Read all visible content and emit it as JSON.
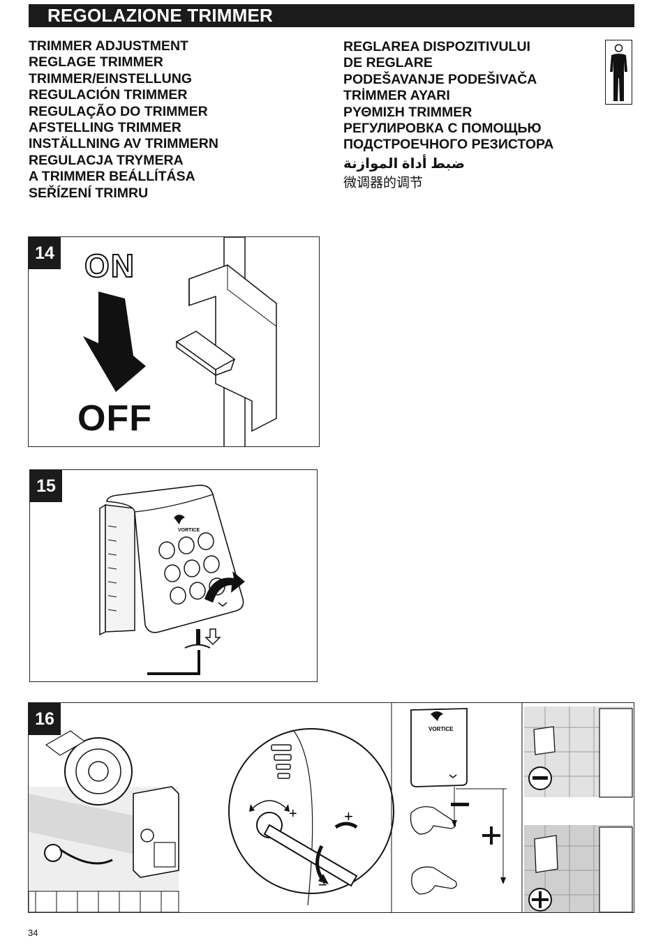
{
  "header": {
    "title": "REGOLAZIONE TRIMMER"
  },
  "languages_left": [
    "TRIMMER ADJUSTMENT",
    "REGLAGE TRIMMER",
    "TRIMMER/EINSTELLUNG",
    "REGULACIÓN TRIMMER",
    "REGULAÇÃO DO TRIMMER",
    "AFSTELLING TRIMMER",
    "INSTÄLLNING AV TRIMMERN",
    "REGULACJA TRYMERA",
    "A TRIMMER BEÁLLÍTÁSA",
    "SEŘÍZENÍ TRIMRU"
  ],
  "languages_right": [
    "REGLAREA DISPOZITIVULUI",
    "DE REGLARE",
    "PODEŠAVANJE PODEŠIVAČA",
    "TRİMMER AYARI",
    "ΡΥΘΜΙΣΗ TRIMMER",
    "РЕГУЛИРОВКА С ПОМОЩЬЮ",
    "ПОДСТРОЕЧНОГО РЕЗИСТОРА"
  ],
  "language_arabic": "ضبط أداة الموازنة",
  "language_chinese": "微调器的调节",
  "figures": {
    "fig14": {
      "number": "14",
      "on_label": "ON",
      "off_label": "OFF"
    },
    "fig15": {
      "number": "15",
      "brand": "VORTICE"
    },
    "fig16": {
      "number": "16",
      "brand": "VORTICE",
      "plus": "+",
      "minus": "−"
    }
  },
  "footer": {
    "page_number": "34"
  },
  "colors": {
    "title_bar": "#1b1b1b",
    "tile_grey": "#cfcfcf"
  },
  "icons": [
    "worker-icon",
    "down-arrow-icon",
    "hex-key-icon",
    "screwdriver-icon",
    "hand-icon"
  ]
}
